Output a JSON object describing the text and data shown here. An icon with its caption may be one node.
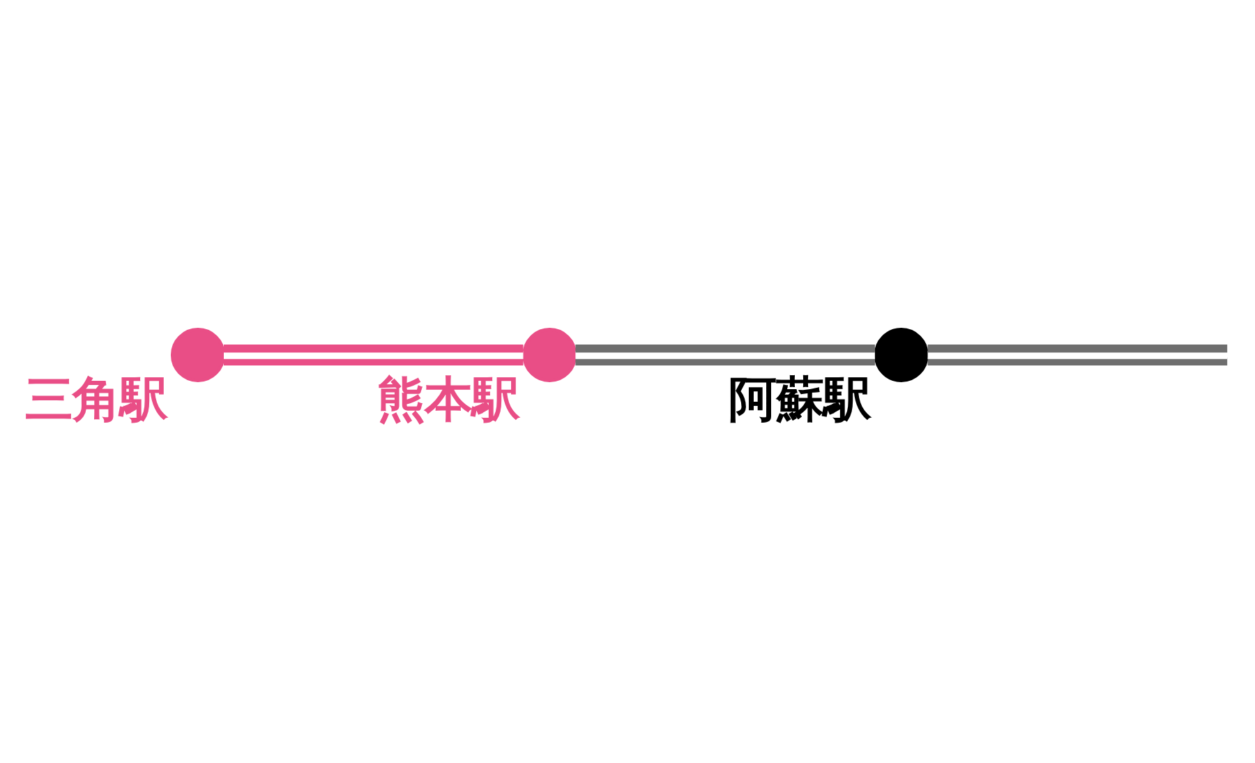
{
  "diagram": {
    "nodes": [
      {
        "text": [],
        "shape": "circle",
        "beside": [
          "阿蘇駅"
        ]
      },
      {
        "text": [],
        "shape": "circle",
        "beside": [
          "熊本駅"
        ]
      },
      {
        "text": [],
        "shape": "circle",
        "beside": [
          "三角駅"
        ]
      }
    ],
    "edges": [
      {
        "from": 2,
        "to": 1,
        "arrow": "none",
        "color": "#e94e86"
      },
      {
        "from": 1,
        "to": 0,
        "arrow": "none"
      },
      {
        "from": 0,
        "to": null,
        "arrow": "none"
      }
    ]
  }
}
